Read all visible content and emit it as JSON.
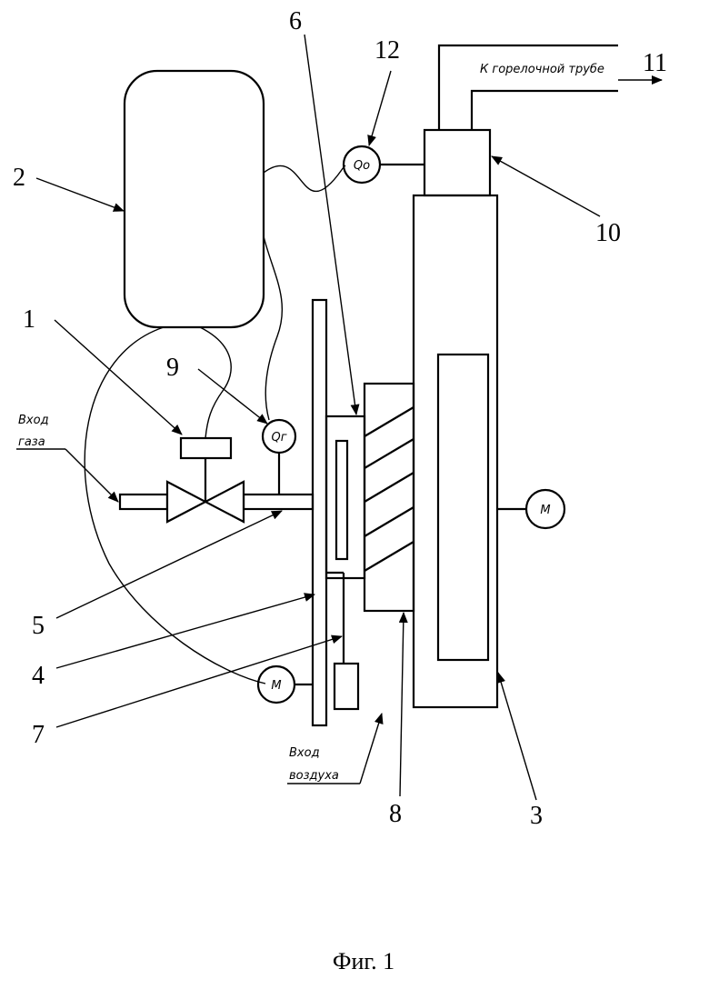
{
  "labels": {
    "n1": "1",
    "n2": "2",
    "n3": "3",
    "n4": "4",
    "n5": "5",
    "n6": "6",
    "n7": "7",
    "n8": "8",
    "n9": "9",
    "n10": "10",
    "n11": "11",
    "n12": "12"
  },
  "texts": {
    "gas_inlet_1": "Вход",
    "gas_inlet_2": "газа",
    "air_inlet_1": "Вход",
    "air_inlet_2": "воздуха",
    "burner_tube": "К горелочной трубе"
  },
  "symbols": {
    "motor_right": "M",
    "motor_left": "M",
    "sensor_gas": "Qг",
    "sensor_air": "Qо"
  },
  "caption": "Фиг. 1"
}
